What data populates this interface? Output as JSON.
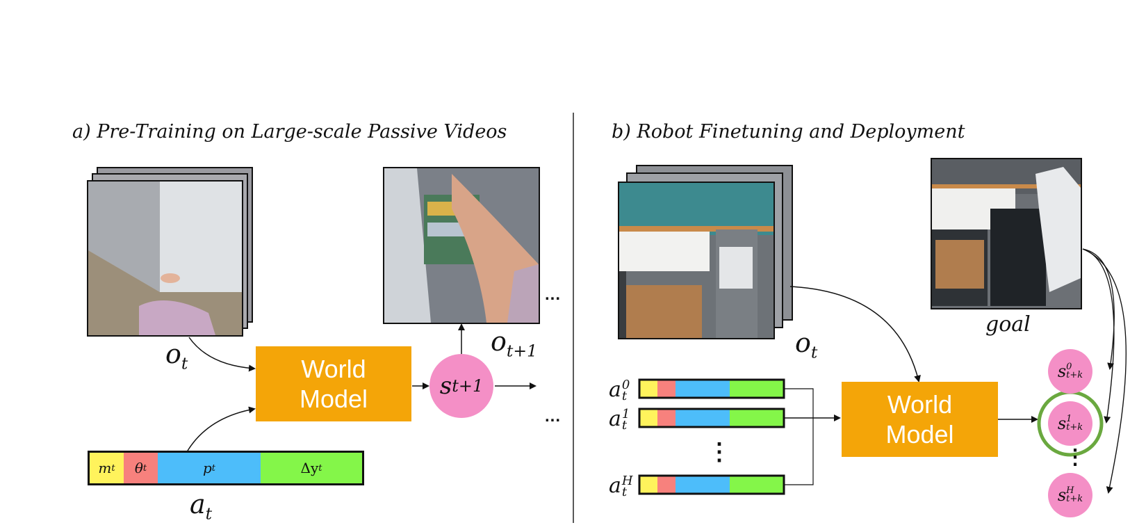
{
  "panel_a": {
    "title": "a) Pre-Training  on Large-scale Passive Videos",
    "obs_label": {
      "base": "o",
      "sub": "t"
    },
    "next_obs_label": {
      "base": "o",
      "sub": "t+1"
    },
    "world_model": {
      "line1": "World",
      "line2": "Model"
    },
    "state_label": {
      "base": "s",
      "sub": "t+1"
    },
    "ellipsis_top": "...",
    "ellipsis_right": "...",
    "action_label": {
      "base": "a",
      "sub": "t"
    },
    "action_segments": [
      {
        "base": "m",
        "sub": "t",
        "color": "#fff35c"
      },
      {
        "base": "θ",
        "sub": "t",
        "color": "#f7817d"
      },
      {
        "base": "p",
        "sub": "t",
        "color": "#4dbdfa"
      },
      {
        "base": "Δy",
        "sub": "t",
        "color": "#84f649"
      }
    ]
  },
  "panel_b": {
    "title": "b) Robot Finetuning and Deployment",
    "obs_label": {
      "base": "o",
      "sub": "t"
    },
    "goal_label": "goal",
    "world_model": {
      "line1": "World",
      "line2": "Model"
    },
    "action_candidates": [
      {
        "base": "a",
        "sub": "t",
        "sup": "0"
      },
      {
        "base": "a",
        "sub": "t",
        "sup": "1"
      },
      {
        "base": "a",
        "sub": "t",
        "sup": "H"
      }
    ],
    "vertical_ellipsis": "⋮",
    "predicted_states": [
      {
        "base": "s",
        "sub": "t+k",
        "sup": "0"
      },
      {
        "base": "s",
        "sub": "t+k",
        "sup": "1"
      },
      {
        "base": "s",
        "sub": "t+k",
        "sup": "H"
      }
    ],
    "selected_state_index": 1,
    "segment_colors": [
      "#fff35c",
      "#f7817d",
      "#4dbdfa",
      "#84f649"
    ],
    "highlight_color": "#6aa83f"
  }
}
